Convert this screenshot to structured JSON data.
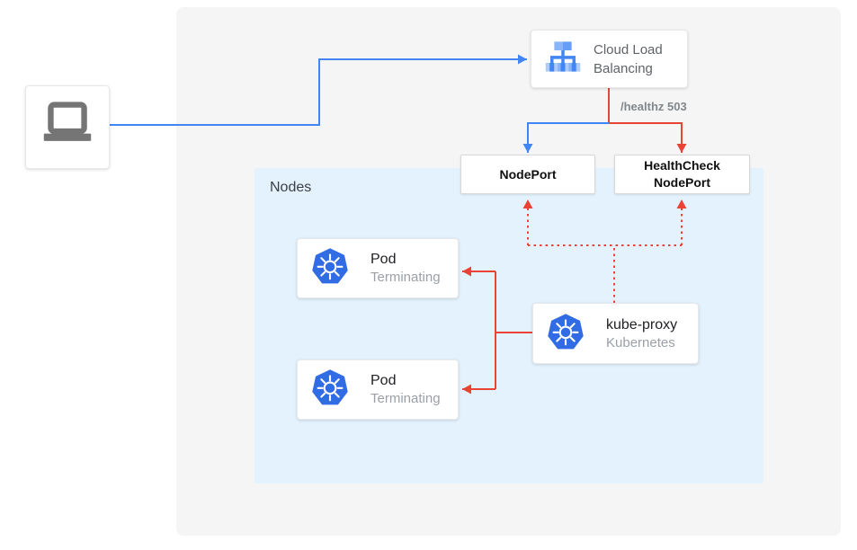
{
  "client": {
    "icon": "laptop-icon"
  },
  "cloud_load_balancing": {
    "title": "Cloud Load Balancing",
    "icon": "cloud-load-balancing-icon"
  },
  "edge_labels": {
    "healthz": "/healthz 503"
  },
  "nodeport": {
    "label": "NodePort"
  },
  "healthcheck_nodeport": {
    "line1": "HealthCheck",
    "line2": "NodePort"
  },
  "nodes_panel": {
    "label": "Nodes"
  },
  "pods": [
    {
      "title": "Pod",
      "status": "Terminating",
      "icon": "kubernetes-icon"
    },
    {
      "title": "Pod",
      "status": "Terminating",
      "icon": "kubernetes-icon"
    }
  ],
  "kube_proxy": {
    "title": "kube-proxy",
    "subtitle": "Kubernetes",
    "icon": "kubernetes-icon"
  },
  "colors": {
    "line_blue": "#4285f4",
    "line_red": "#ea4335",
    "panel_gray": "#f5f5f5",
    "nodes_background": "#e3f2fd",
    "kubernetes_blue": "#326ce5",
    "laptop_gray": "#757575",
    "text_dark": "#202124",
    "text_muted": "#9aa0a6",
    "text_gray": "#5f6368",
    "healthz_text": "#80868b"
  }
}
